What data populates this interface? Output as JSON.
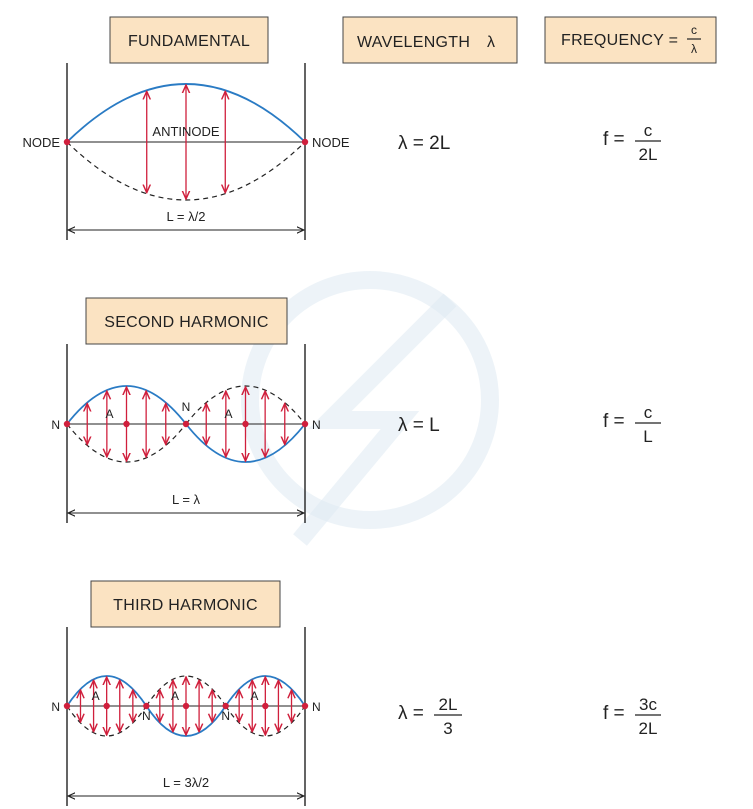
{
  "headers": {
    "wavelength_word": "WAVELENGTH",
    "wavelength_symbol": "λ",
    "frequency_word": "FREQUENCY =",
    "frequency_num": "c",
    "frequency_den": "λ"
  },
  "colors": {
    "wave": "#2a7bc4",
    "arrow": "#d01f3c",
    "point": "#d01f3c",
    "label_box": "#fbe3c2"
  },
  "panels": [
    {
      "title": "FUNDAMENTAL",
      "loops": 1,
      "end_label_left": "NODE",
      "end_label_right": "NODE",
      "antinode_labels": [
        "ANTINODE"
      ],
      "inner_node_labels": [],
      "length_label": "L = λ/2",
      "wavelength_lhs": "λ = ",
      "wavelength_whole": "2L",
      "wavelength_num": "",
      "wavelength_den": "",
      "frequency_lhs": "f = ",
      "frequency_num": "c",
      "frequency_den": "2L"
    },
    {
      "title": "SECOND  HARMONIC",
      "loops": 2,
      "end_label_left": "N",
      "end_label_right": "N",
      "antinode_labels": [
        "A",
        "A"
      ],
      "inner_node_labels": [
        "N"
      ],
      "length_label": "L = λ",
      "wavelength_lhs": "λ = ",
      "wavelength_whole": "L",
      "wavelength_num": "",
      "wavelength_den": "",
      "frequency_lhs": "f = ",
      "frequency_num": "c",
      "frequency_den": "L"
    },
    {
      "title": "THIRD  HARMONIC",
      "loops": 3,
      "end_label_left": "N",
      "end_label_right": "N",
      "antinode_labels": [
        "A",
        "A",
        "A"
      ],
      "inner_node_labels": [
        "N",
        "N"
      ],
      "length_label": "L = 3λ/2",
      "wavelength_lhs": "λ = ",
      "wavelength_whole": "",
      "wavelength_num": "2L",
      "wavelength_den": "3",
      "frequency_lhs": "f = ",
      "frequency_num": "3c",
      "frequency_den": "2L"
    }
  ]
}
